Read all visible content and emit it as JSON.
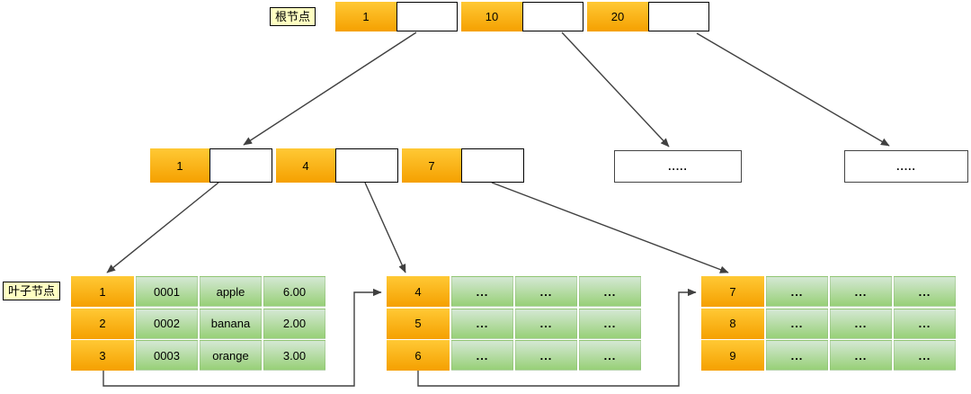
{
  "colors": {
    "orange-top": "#FFC935",
    "orange-bottom": "#F5A000",
    "green-top": "#D5E8D4",
    "green-bottom": "#97D077",
    "label-bg": "#FFFFC2",
    "line": "#404040"
  },
  "root_node": {
    "label": "根节点",
    "cells": [
      {
        "key": "1"
      },
      {
        "key": "10"
      },
      {
        "key": "20"
      }
    ]
  },
  "internal_node": {
    "cells": [
      {
        "key": "1"
      },
      {
        "key": "4"
      },
      {
        "key": "7"
      }
    ]
  },
  "ellipsis_nodes": [
    {
      "text": "....."
    },
    {
      "text": "....."
    }
  ],
  "leaf": {
    "label": "叶子节点",
    "tables": [
      {
        "rows": [
          [
            "1",
            "0001",
            "apple",
            "6.00"
          ],
          [
            "2",
            "0002",
            "banana",
            "2.00"
          ],
          [
            "3",
            "0003",
            "orange",
            "3.00"
          ]
        ]
      },
      {
        "rows": [
          [
            "4",
            "...",
            "...",
            "..."
          ],
          [
            "5",
            "...",
            "...",
            "..."
          ],
          [
            "6",
            "...",
            "...",
            "..."
          ]
        ]
      },
      {
        "rows": [
          [
            "7",
            "...",
            "...",
            "..."
          ],
          [
            "8",
            "...",
            "...",
            "..."
          ],
          [
            "9",
            "...",
            "...",
            "..."
          ]
        ]
      }
    ]
  }
}
